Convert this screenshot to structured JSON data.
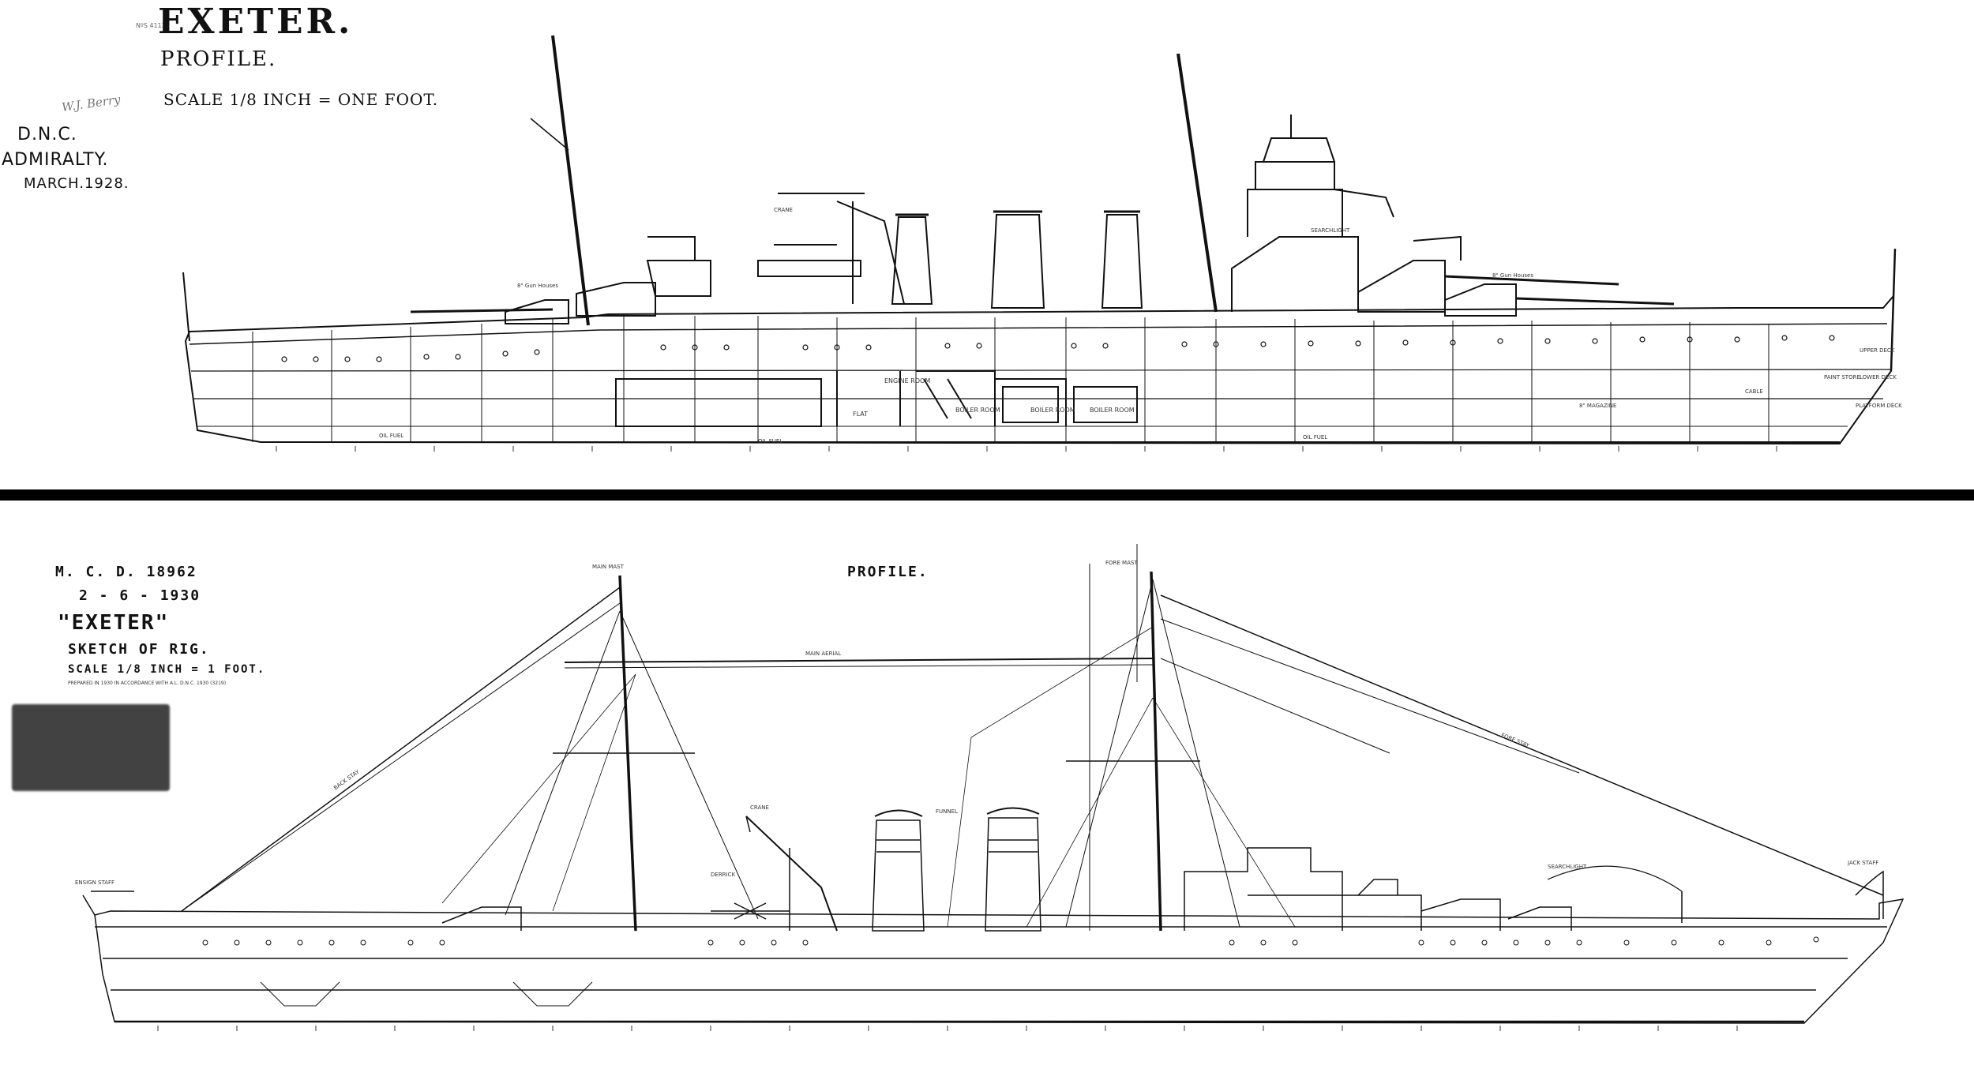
{
  "top": {
    "plan_number": "NºS 4113",
    "title": "EXETER.",
    "subtitle": "PROFILE.",
    "scale": "SCALE 1/8 INCH = ONE FOOT.",
    "signature": "W.J. Berry",
    "office": "D.N.C.",
    "authority": "ADMIRALTY.",
    "date": "MARCH.1928.",
    "labels": {
      "gun_turret_fwd": "8\" Gun Houses",
      "gun_turret_aft": "8\" Gun Houses",
      "engine_room": "ENGINE ROOM",
      "boiler_room_1": "BOILER ROOM",
      "boiler_room_2": "BOILER ROOM",
      "boiler_room_3": "BOILER ROOM",
      "flat": "FLAT",
      "oil_fuel_1": "OIL FUEL",
      "oil_fuel_2": "OIL FUEL",
      "oil_fuel_3": "OIL FUEL",
      "upper_deck": "UPPER DECK",
      "lower_deck": "LOWER DECK",
      "platform_deck": "PLATFORM DECK",
      "paint_store": "PAINT STORE",
      "cable_locker": "CABLE",
      "magazine": "8\" MAGAZINE",
      "crane": "CRANE",
      "searchlight": "SEARCHLIGHT"
    }
  },
  "bottom": {
    "drawing_number": "M. C. D. 18962",
    "date": "2 - 6 - 1930",
    "ship_name": "\"EXETER\"",
    "title": "SKETCH OF RIG.",
    "scale": "SCALE 1/8 INCH = 1 FOOT.",
    "note": "PREPARED IN 1930 IN ACCORDANCE WITH A.L. D.N.C. 1930 (3219)",
    "header_label": "PROFILE.",
    "labels": {
      "mainmast": "MAIN MAST",
      "foremast": "FORE MAST",
      "wireless_aerial": "MAIN AERIAL",
      "crane": "CRANE",
      "funnel": "FUNNEL",
      "derrick": "DERRICK",
      "searchlight": "SEARCHLIGHT",
      "ensign_staff": "ENSIGN STAFF",
      "jack_staff": "JACK STAFF",
      "rigging": "FORE STAY",
      "backstay": "BACK STAY"
    }
  }
}
